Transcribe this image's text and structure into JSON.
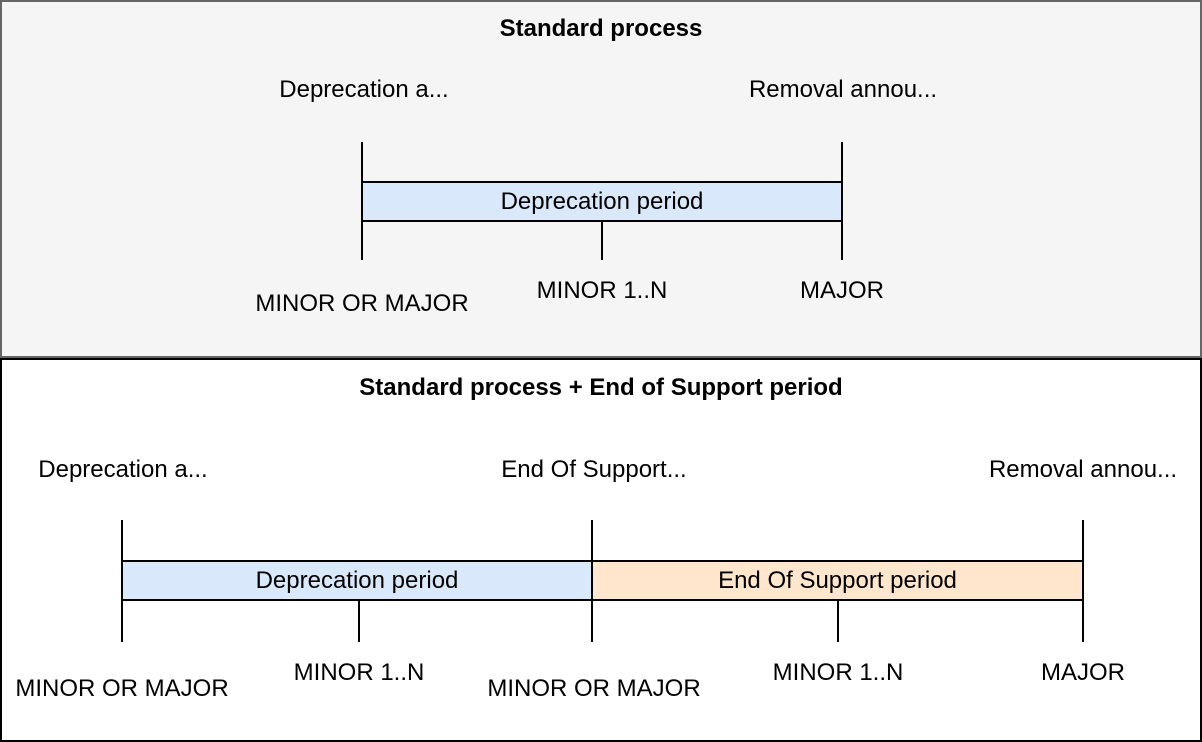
{
  "colors": {
    "deprecation_bar_fill": "#dae8fc",
    "end_of_support_bar_fill": "#ffe6cc",
    "top_panel_bg": "#f5f5f5",
    "bottom_panel_bg": "#ffffff",
    "top_panel_border": "#666666",
    "bottom_panel_border": "#000000",
    "line": "#000000"
  },
  "panels": [
    {
      "title": "Standard process",
      "annotations": [
        {
          "label": "Deprecation a..."
        },
        {
          "label": "Removal annou..."
        }
      ],
      "bars": [
        {
          "label": "Deprecation period",
          "fill": "#dae8fc"
        }
      ],
      "milestones": [
        {
          "label": "MINOR OR MAJOR"
        },
        {
          "label": "MINOR 1..N"
        },
        {
          "label": "MAJOR"
        }
      ]
    },
    {
      "title": "Standard process + End of Support period",
      "annotations": [
        {
          "label": "Deprecation a..."
        },
        {
          "label": "End Of Support..."
        },
        {
          "label": "Removal annou..."
        }
      ],
      "bars": [
        {
          "label": "Deprecation period",
          "fill": "#dae8fc"
        },
        {
          "label": "End Of Support period",
          "fill": "#ffe6cc"
        }
      ],
      "milestones": [
        {
          "label": "MINOR OR MAJOR"
        },
        {
          "label": "MINOR 1..N"
        },
        {
          "label": "MINOR OR MAJOR"
        },
        {
          "label": "MINOR 1..N"
        },
        {
          "label": "MAJOR"
        }
      ]
    }
  ]
}
